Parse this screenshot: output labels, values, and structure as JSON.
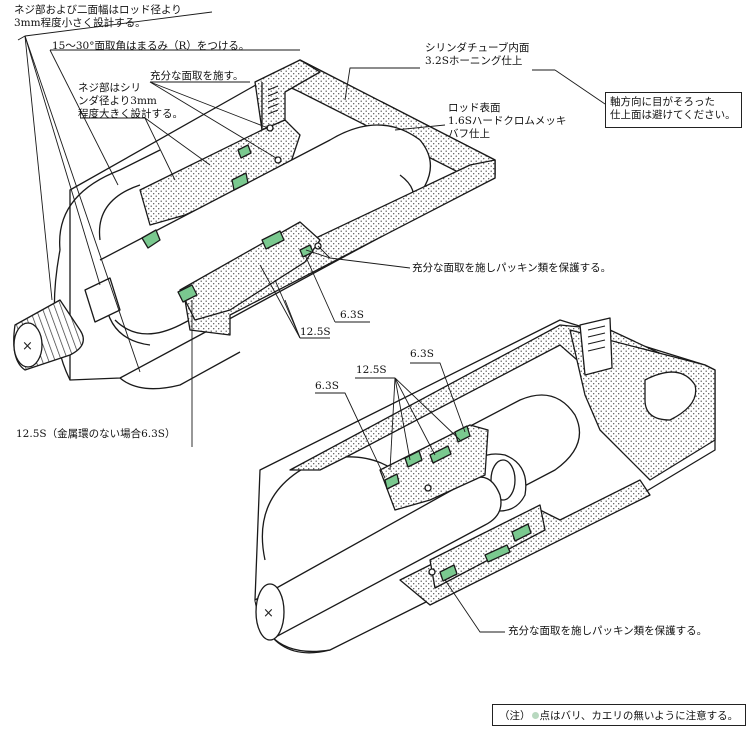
{
  "labels": {
    "thread_flats": [
      "ネジ部および二面幅はロッド径より",
      "3mm程度小さく設計する。"
    ],
    "chamfer_15_30": "15～30°面取角はまるみ（R）をつける。",
    "sufficient_chamfer": "充分な面取を施す。",
    "thread_cyl": [
      "ネジ部はシリ",
      "ンダ径より3mm",
      "程度大きく設計する。"
    ],
    "tube_inner": [
      "シリンダチューブ内面",
      "3.2Sホーニング仕上"
    ],
    "rod_surface": [
      "ロッド表面",
      "1.6Sハードクロムメッキ",
      "バフ仕上"
    ],
    "chamfer_packing_1": "充分な面取を施しパッキン類を保護する。",
    "s63_a": "6.3S",
    "s125_a": "12.5S",
    "s125_metal": "12.5S（金属環のない場合6.3S）",
    "s125_b": "12.5S",
    "s63_b": "6.3S",
    "s63_c": "6.3S",
    "chamfer_packing_2": "充分な面取を施しパッキン類を保護する。"
  },
  "note_box": [
    "軸方向に目がそろった",
    "仕上面は避けてください。"
  ],
  "footnote": {
    "prefix": "（注）",
    "text": "点はバリ、カエリの無いように注意する。"
  },
  "colors": {
    "seal_green": "#7ac98f",
    "dot_green": "#b8d8bf",
    "line": "#1a1a1a",
    "hatch_dot": "#555555"
  }
}
